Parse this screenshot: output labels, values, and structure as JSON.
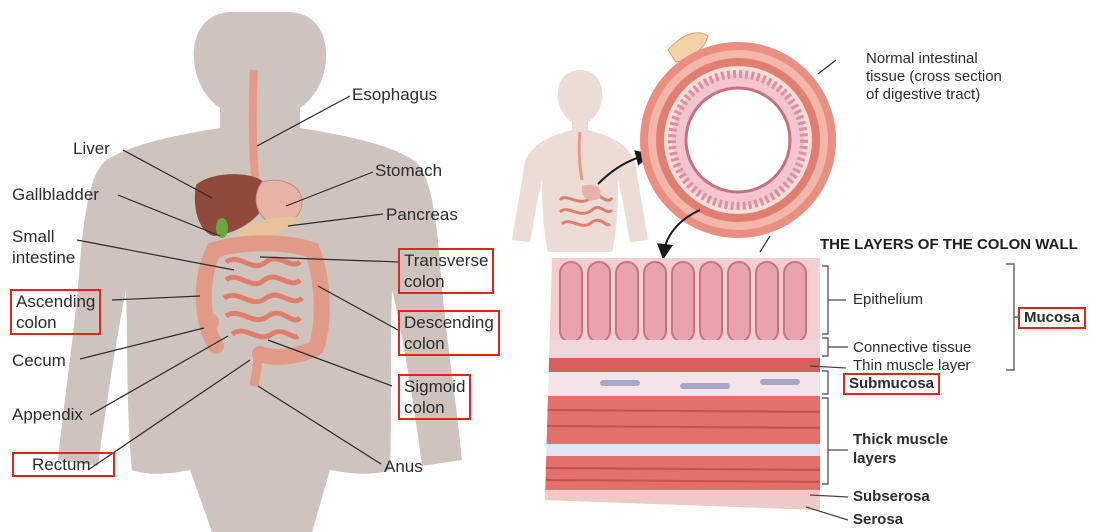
{
  "colors": {
    "highlight_box": "#e0251b",
    "body_silhouette": "#cfc3bd",
    "intestine": "#e8907f",
    "line": "#2b2b2b"
  },
  "left_labels": {
    "esophagus": "Esophagus",
    "liver": "Liver",
    "stomach": "Stomach",
    "gallbladder": "Gallbladder",
    "pancreas": "Pancreas",
    "small_intestine_1": "Small",
    "small_intestine_2": "intestine",
    "transverse_1": "Transverse",
    "transverse_2": "colon",
    "ascending_1": "Ascending",
    "ascending_2": "colon",
    "descending_1": "Descending",
    "descending_2": "colon",
    "cecum": "Cecum",
    "sigmoid_1": "Sigmoid",
    "sigmoid_2": "colon",
    "appendix": "Appendix",
    "rectum": "Rectum",
    "anus": "Anus"
  },
  "right_labels": {
    "normal_1": "Normal intestinal",
    "normal_2": "tissue (cross section",
    "normal_3": "of digestive tract)",
    "title": "THE LAYERS OF THE COLON WALL",
    "epithelium": "Epithelium",
    "mucosa": "Mucosa",
    "connective": "Connective tissue",
    "thin_muscle": "Thin muscle layer",
    "submucosa": "Submucosa",
    "thick_1": "Thick muscle",
    "thick_2": "layers",
    "subserosa": "Subserosa",
    "serosa": "Serosa"
  }
}
